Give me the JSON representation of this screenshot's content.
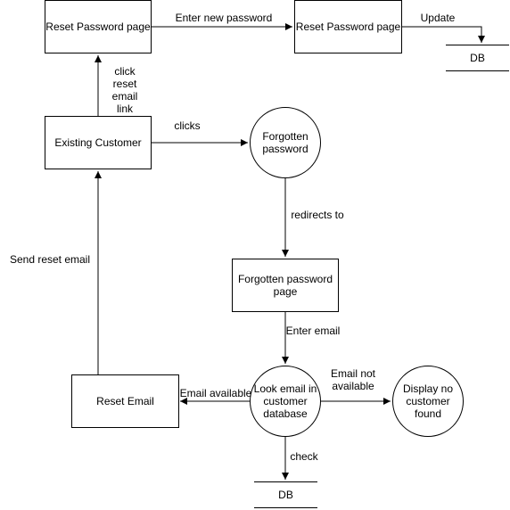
{
  "nodes": {
    "reset_password_page_1": "Reset Password page",
    "reset_password_page_2": "Reset Password page",
    "existing_customer": "Existing Customer",
    "forgotten_password": "Forgotten password",
    "forgotten_password_page": "Forgotten password page",
    "look_email": "Look email in customer database",
    "display_no_customer": "Display no customer found",
    "reset_email": "Reset Email",
    "db_top": "DB",
    "db_bottom": "DB"
  },
  "edges": {
    "enter_new_password": "Enter new password",
    "update": "Update",
    "click_reset_email_link": "click\nreset\nemail\nlink",
    "clicks": "clicks",
    "redirects_to": "redirects to",
    "enter_email": "Enter email",
    "email_not_available": "Email not\navailable",
    "email_available": "Email available",
    "check": "check",
    "send_reset_email": "Send reset email"
  }
}
